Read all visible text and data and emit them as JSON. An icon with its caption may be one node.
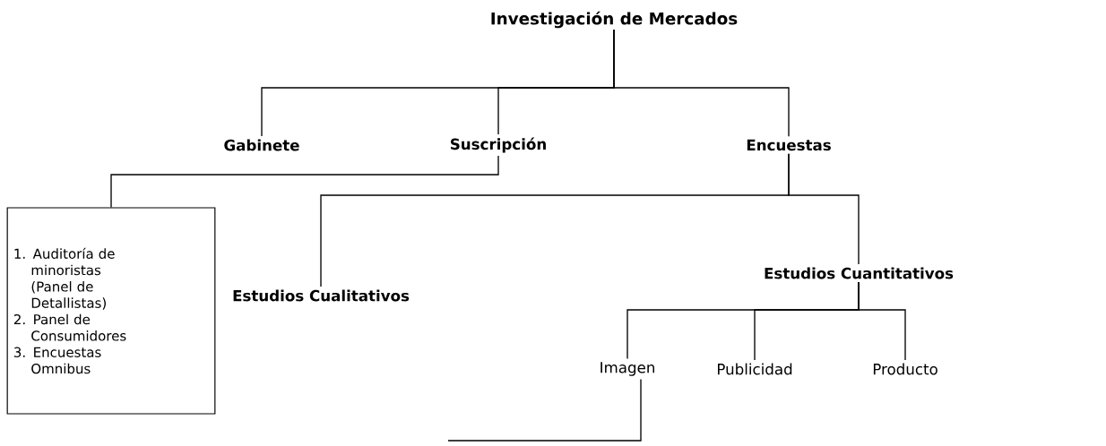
{
  "diagram": {
    "nodes": [
      {
        "text": [
          "Investigación de Mercados"
        ]
      },
      {
        "text": [
          "Gabinete"
        ]
      },
      {
        "text": [
          "Suscripción"
        ]
      },
      {
        "text": [
          "Encuestas"
        ]
      },
      {
        "text": [
          "1. Auditoría de minoristas (Panel de Detallistas)",
          "2. Panel de Consumidores",
          "3. Encuestas Omnibus"
        ]
      },
      {
        "text": [
          "Estudios Cualitativos"
        ]
      },
      {
        "text": [
          "Estudios Cuantitativos"
        ]
      },
      {
        "text": [
          "Imagen"
        ]
      },
      {
        "text": [
          "Publicidad"
        ]
      },
      {
        "text": [
          "Producto"
        ]
      }
    ],
    "edges": [
      {
        "from": 0,
        "to": 1,
        "arrow": "none"
      },
      {
        "from": 0,
        "to": 2,
        "arrow": "none"
      },
      {
        "from": 0,
        "to": 3,
        "arrow": "none"
      },
      {
        "from": 2,
        "to": 4,
        "arrow": "none"
      },
      {
        "from": 3,
        "to": 5,
        "arrow": "none"
      },
      {
        "from": 3,
        "to": 6,
        "arrow": "none"
      },
      {
        "from": 6,
        "to": 7,
        "arrow": "none"
      },
      {
        "from": 6,
        "to": 8,
        "arrow": "none"
      },
      {
        "from": 6,
        "to": 9,
        "arrow": "none"
      },
      {
        "from": 7,
        "to": null,
        "arrow": "none"
      }
    ]
  }
}
